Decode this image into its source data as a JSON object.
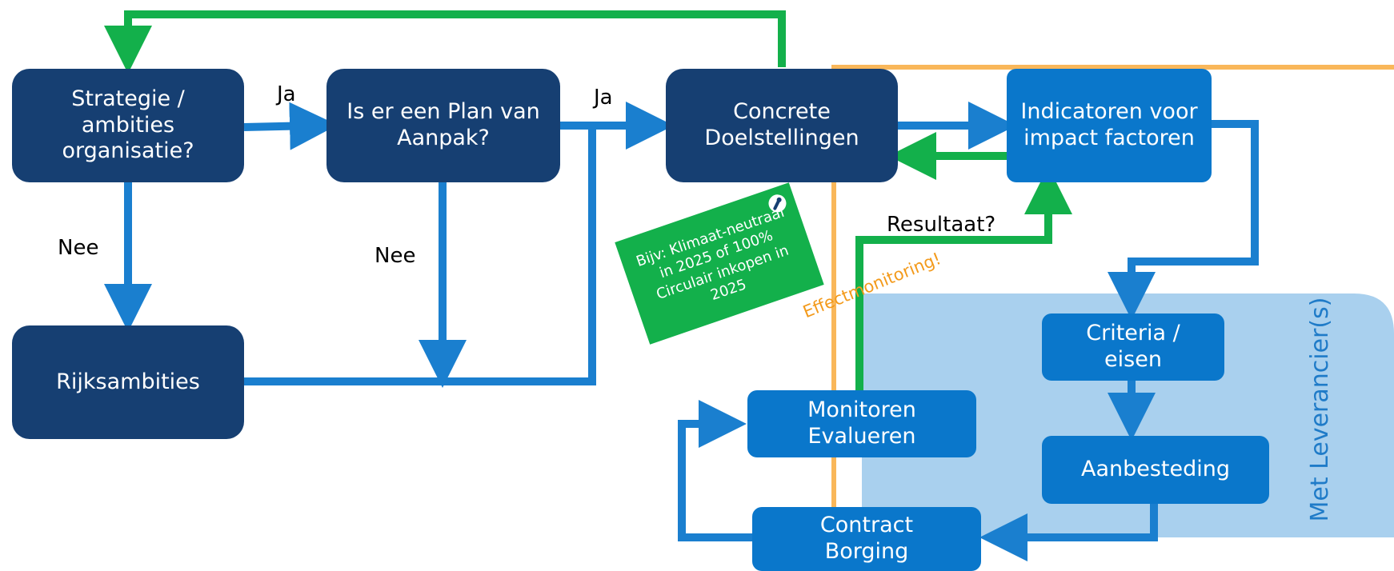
{
  "colors": {
    "dark_box": "#163f72",
    "mid_box": "#0a77cb",
    "arrow_blue": "#1a7fcf",
    "arrow_green": "#13b04b",
    "frame_orange": "#f9b75a",
    "panel_lightblue": "#a9d0ee",
    "note_green": "#13b04b",
    "effect_orange": "#f39a1b"
  },
  "nodes": {
    "strategie": "Strategie / ambities organisatie?",
    "plan": "Is er een Plan van Aanpak?",
    "concrete": "Concrete Doelstellingen",
    "indicatoren": "Indicatoren voor impact factoren",
    "rijks": "Rijksambities",
    "criteria": "Criteria / eisen",
    "aanbesteding": "Aanbesteding",
    "monitoren": "Monitoren Evalueren",
    "contract": "Contract Borging"
  },
  "labels": {
    "ja1": "Ja",
    "ja2": "Ja",
    "nee1": "Nee",
    "nee2": "Nee",
    "resultaat": "Resultaat?",
    "effect": "Effectmonitoring!",
    "met_leveranciers": "Met Leverancier(s)"
  },
  "note": {
    "text": "Bijv: Klimaat-neutraal in 2025 of 100% Circulair inkopen in 2025",
    "icon": "pushpin-icon"
  }
}
